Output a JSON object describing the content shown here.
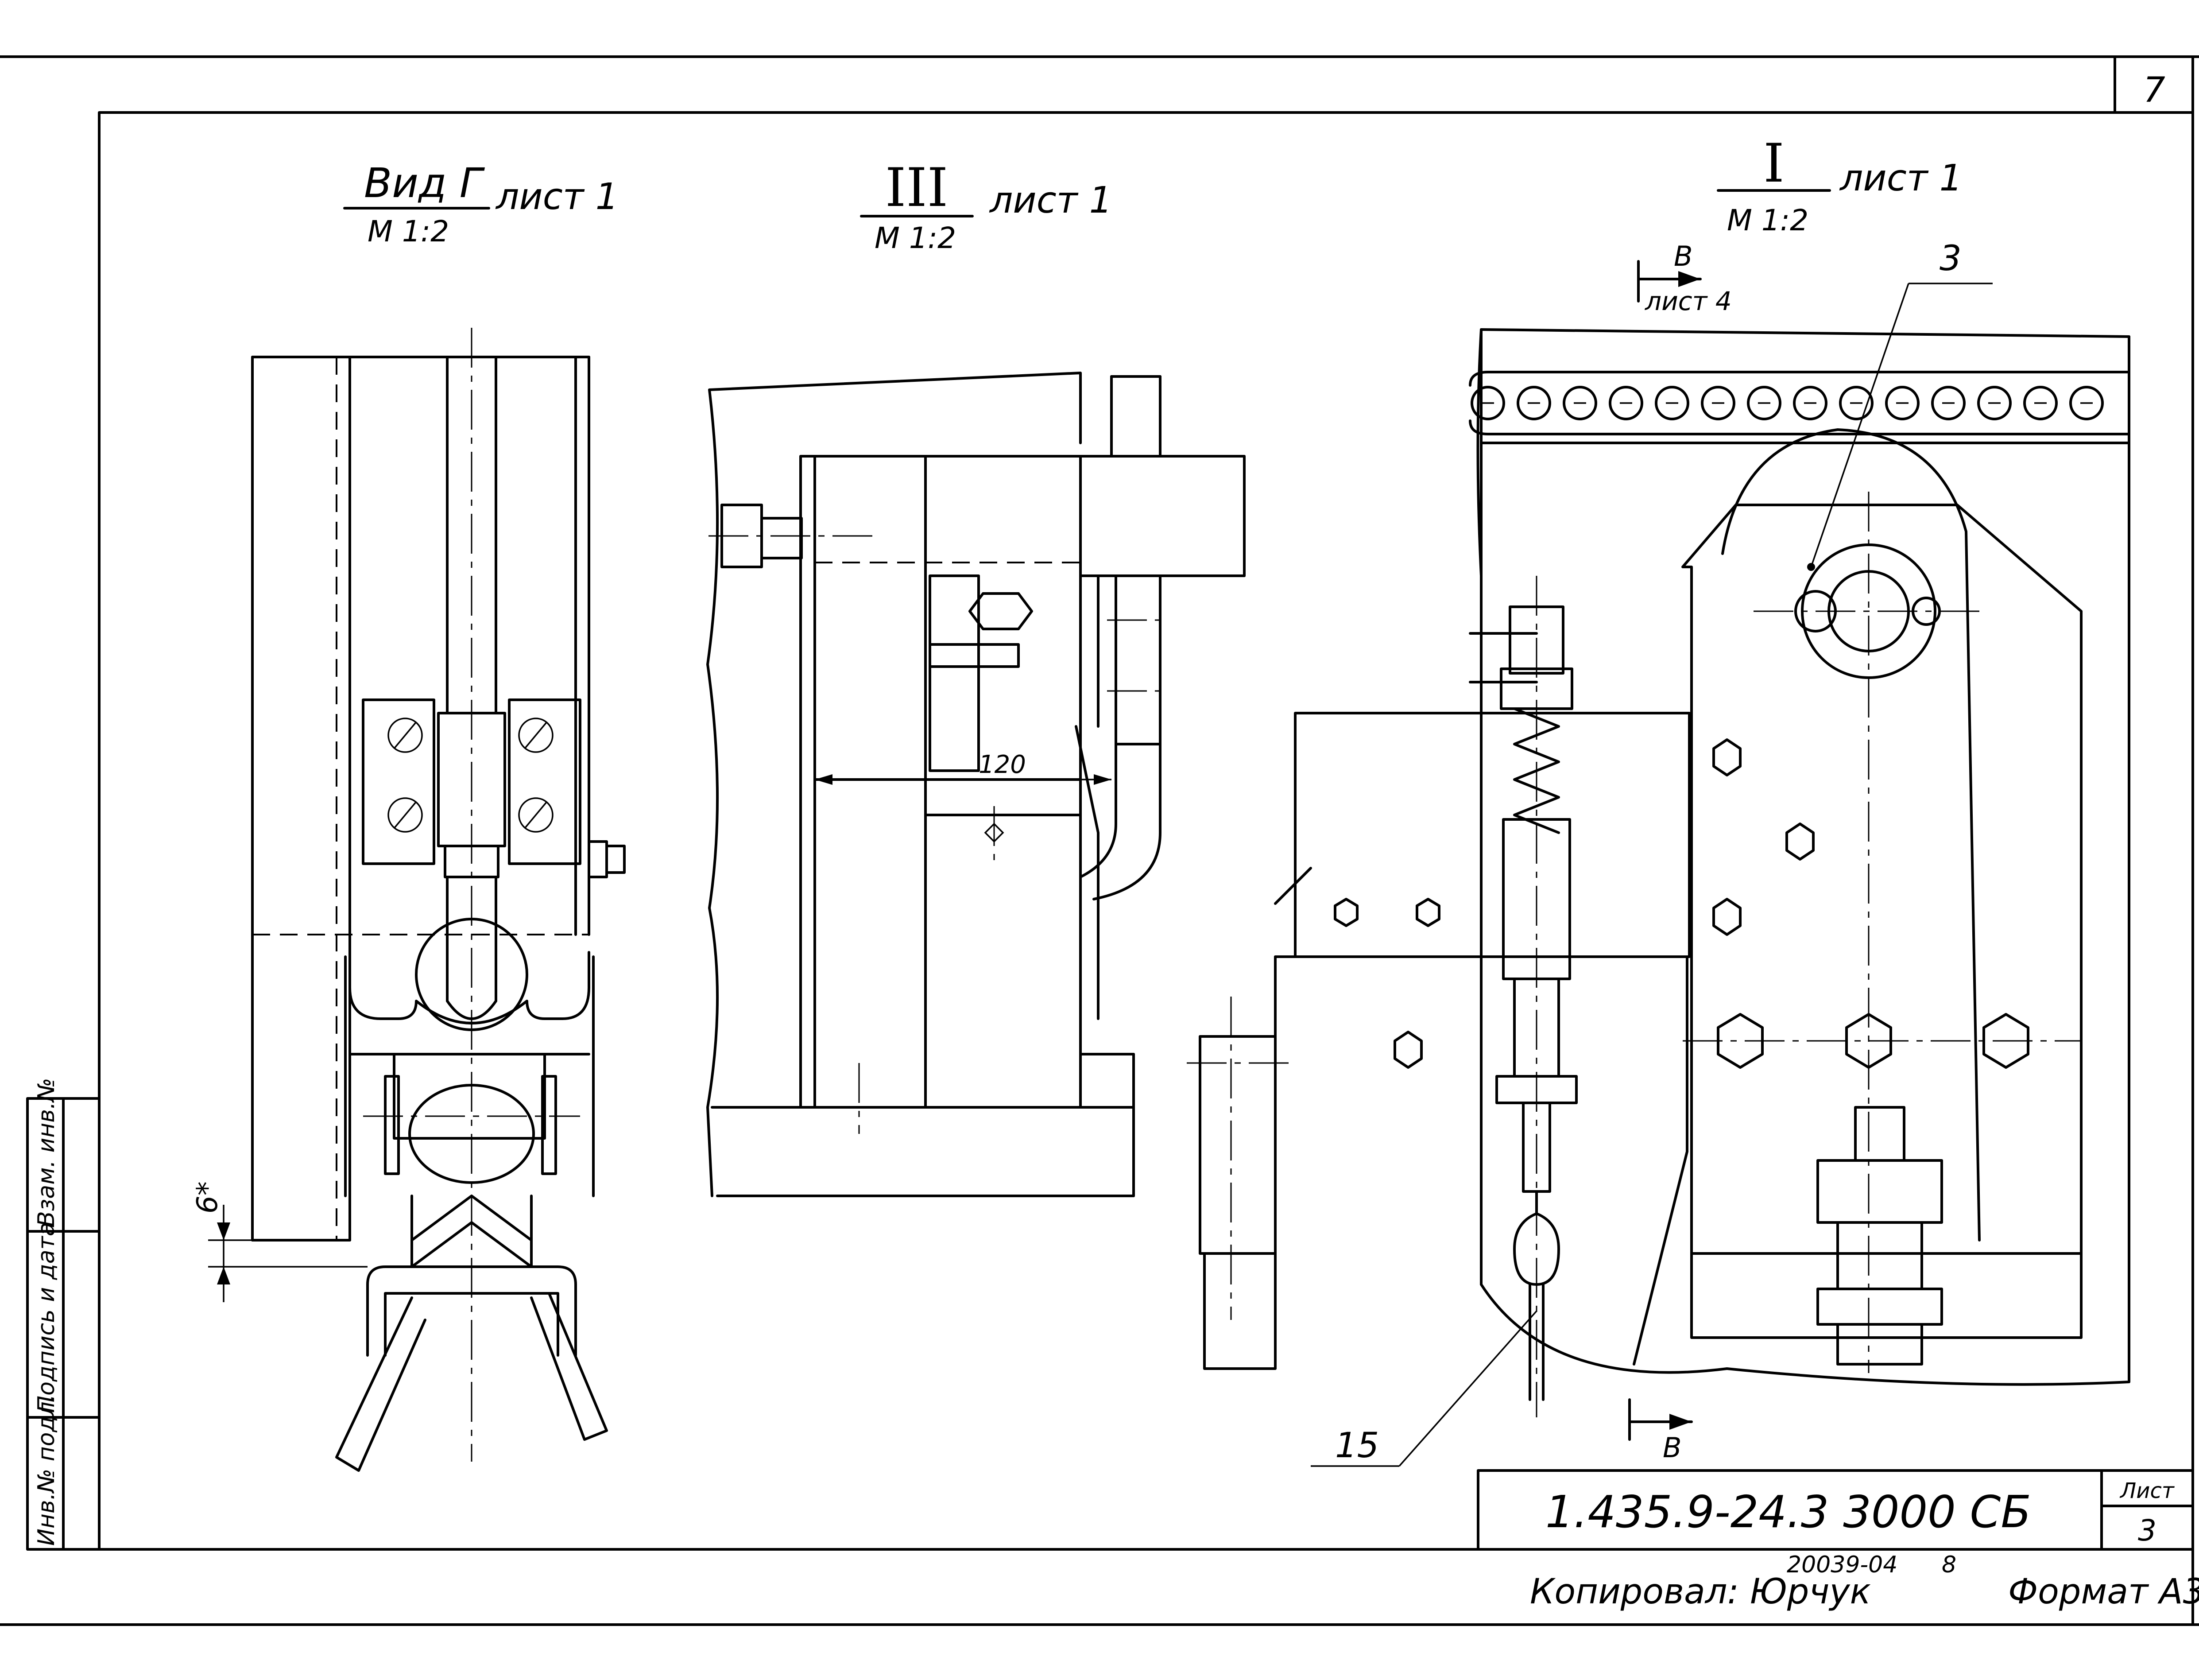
{
  "sheet": {
    "page_number": "7",
    "copied_by": "Копировал: Юрчук",
    "order_code": "20039-04",
    "order_suffix": "8",
    "format": "Формат А3"
  },
  "title_block": {
    "designation": "1.435.9-24.3 3000 СБ",
    "sheet_label": "Лист",
    "sheet_value": "3"
  },
  "side_stamp": {
    "fields": [
      "Инв.№ подл.",
      "Подпись и дата",
      "Взам. инв.№"
    ]
  },
  "views": {
    "view_g": {
      "title": "Вид Г",
      "scale": "М 1:2",
      "sheet_ref": "лист 1"
    },
    "view_3": {
      "title": "III",
      "scale": "М 1:2",
      "sheet_ref": "лист 1"
    },
    "view_1": {
      "title": "I",
      "scale": "М 1:2",
      "sheet_ref": "лист 1"
    }
  },
  "annotations": {
    "section_letter": "В",
    "section_sheet_ref": "лист 4",
    "dimension_120": "120",
    "dimension_6": "6*",
    "callout_3": "3",
    "callout_15": "15"
  }
}
